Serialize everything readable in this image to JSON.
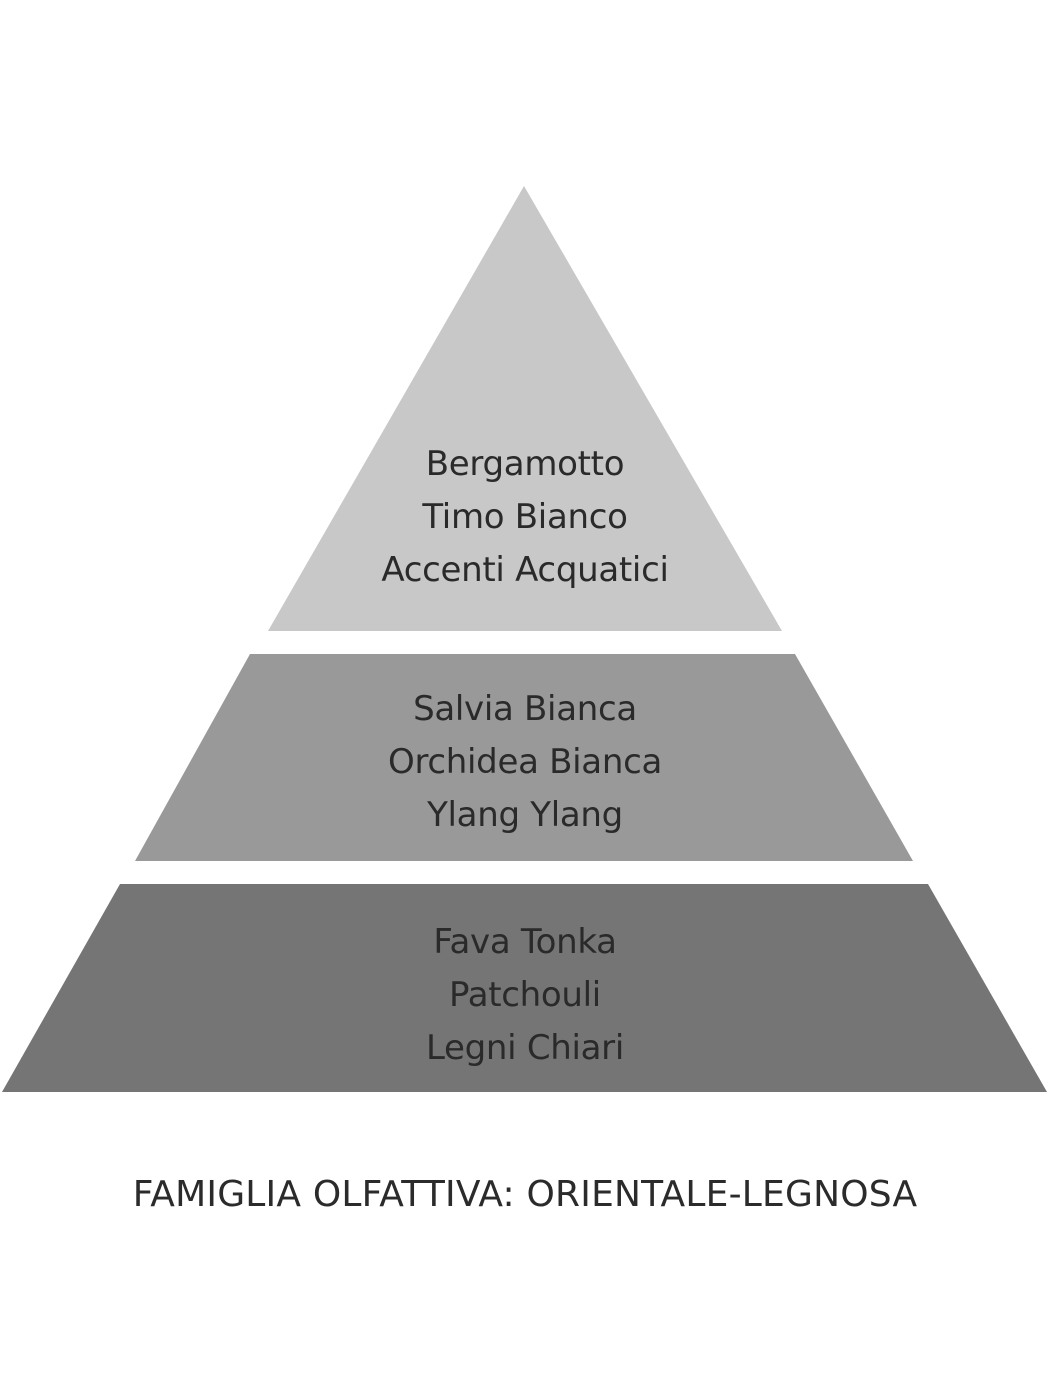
{
  "diagram": {
    "type": "olfactory-pyramid",
    "colors": {
      "background": "#ffffff",
      "top": "#c8c8c8",
      "middle": "#999999",
      "base": "#757575",
      "text": "#2a2a2a"
    },
    "tiers": [
      {
        "name": "top-notes",
        "notes": [
          "Bergamotto",
          "Timo Bianco",
          "Accenti Acquatici"
        ]
      },
      {
        "name": "heart-notes",
        "notes": [
          "Salvia Bianca",
          "Orchidea Bianca",
          "Ylang Ylang"
        ]
      },
      {
        "name": "base-notes",
        "notes": [
          "Fava Tonka",
          "Patchouli",
          "Legni Chiari"
        ]
      }
    ],
    "family_label": "FAMIGLIA OLFATTIVA: ORIENTALE-LEGNOSA"
  }
}
